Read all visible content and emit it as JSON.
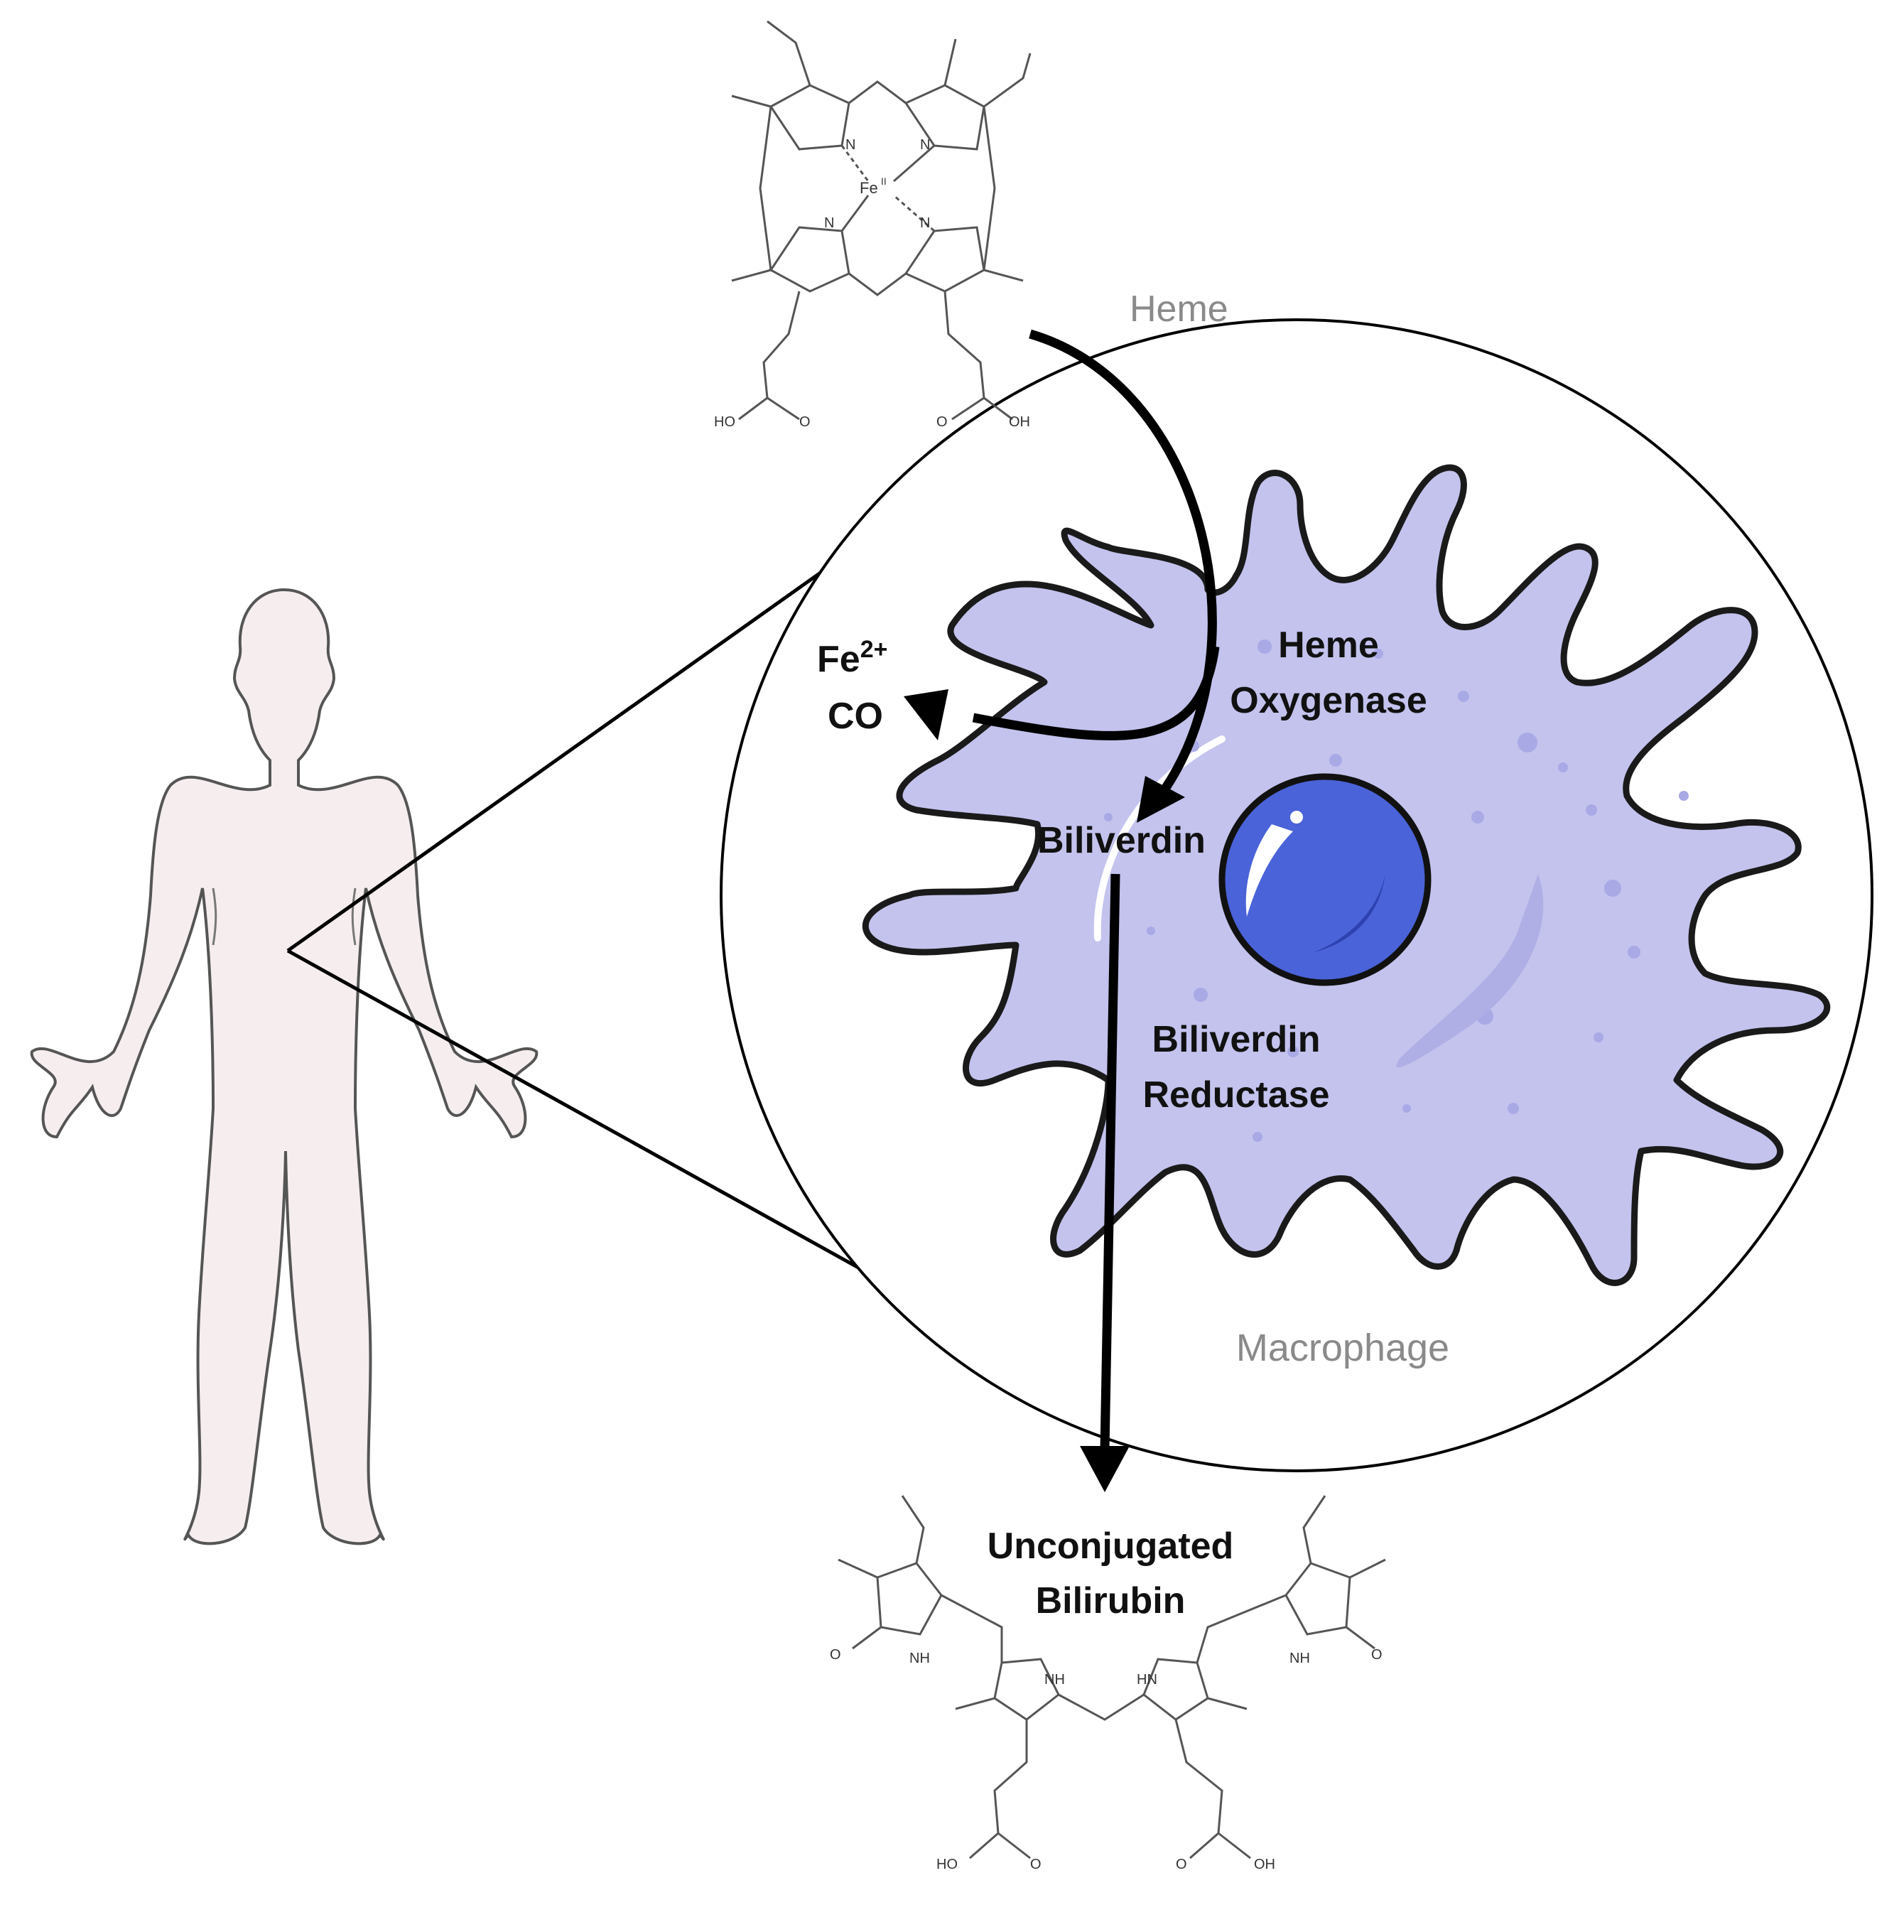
{
  "labels": {
    "heme": "Heme",
    "heme_oxygenase_1": "Heme",
    "heme_oxygenase_2": "Oxygenase",
    "fe": "Fe",
    "fe_charge": "2+",
    "co": "CO",
    "biliverdin": "Biliverdin",
    "biliverdin_reductase_1": "Biliverdin",
    "biliverdin_reductase_2": "Reductase",
    "macrophage": "Macrophage",
    "unconjugated_1": "Unconjugated",
    "unconjugated_2": "Bilirubin"
  },
  "heme_atoms": {
    "n1": "N",
    "n2": "N",
    "n3": "N",
    "n4": "N",
    "fe": "Fe",
    "fe_ox": "II",
    "ho": "HO",
    "o1": "O",
    "o2": "O",
    "oh": "OH"
  },
  "bilirubin_atoms": {
    "o_left": "O",
    "nh_left": "NH",
    "nh_mid_left": "NH",
    "hn_mid_right": "HN",
    "nh_right": "NH",
    "o_right": "O",
    "ho": "HO",
    "o1": "O",
    "o2": "O",
    "oh": "OH"
  },
  "colors": {
    "cell_fill": "#c3c3ee",
    "cell_outline": "#1a1a1a",
    "nucleus": "#4a63d8",
    "nucleus_dark": "#2d41b0",
    "body_fill": "#f6eeee",
    "body_outline": "#555555",
    "arrow": "#000000",
    "label_grey": "#8a8a8a"
  }
}
